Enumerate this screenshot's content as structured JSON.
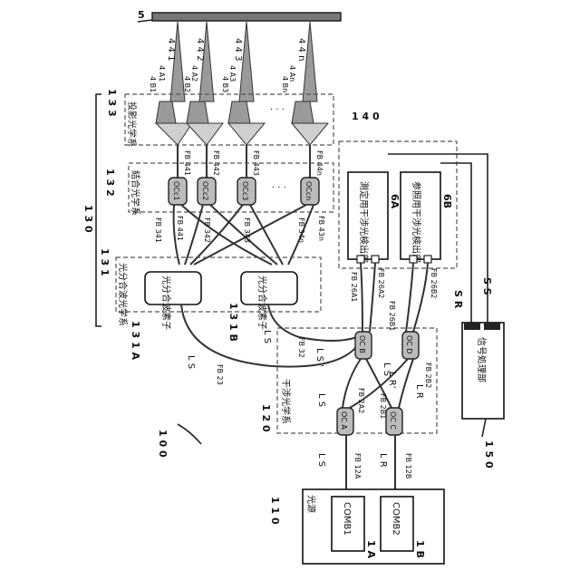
{
  "labels": {
    "n5": "5",
    "n441": "4 4 1",
    "n442": "4 4 2",
    "n443": "4 4 3",
    "n44n": "4 4 n",
    "a1": "4 A1",
    "b1": "4 B1",
    "a2": "4 A2",
    "b2": "4 B2",
    "a3": "4 A3",
    "b3": "4 B3",
    "an": "4 An",
    "bn": "4 Bn",
    "n133": "1 3 3",
    "proj": "投影光学系",
    "n140": "1 4 0",
    "n132": "1 3 2",
    "couple": "結合光学系",
    "n130": "1 3 0",
    "fb441": "FB 441",
    "fb442": "FB 442",
    "fb443": "FB 443",
    "fb44n": "FB 44n",
    "occ1": "OCc1",
    "occ2": "OCc2",
    "occ3": "OCc3",
    "occn": "OCcn",
    "fb341": "FB 341",
    "fb441b": "FB 441",
    "fb342": "FB 342",
    "fb343": "FB 343",
    "fb34n": "FB 34n",
    "fb43n": "FB 43n",
    "meas": "測定用干渉光検出部",
    "ref": "参照用干渉光検出部",
    "n6a": "6A",
    "n6b": "6B",
    "n131": "1 3 1",
    "splitsys": "光分合波光学系",
    "split1": "光分合波素子",
    "split2": "光分合波素子",
    "fb26a1": "FB 26A1",
    "fb26a2": "FB 26A2",
    "fb26b1": "FB 26B1",
    "fb26b2": "FB 26B2",
    "sr": "S R",
    "ss": "S S",
    "n131a": "1 3 1 A",
    "n131b": "1 3 1 B",
    "ls1": "L S",
    "ls2": "L S",
    "fb32": "FB 32",
    "lsp": "L S '",
    "ocb": "OC B",
    "ocd": "OC D",
    "ls3": "L S",
    "fb23": "FB 23",
    "fb2a2": "FB 2A2",
    "fb2b1": "FB 2B1",
    "fb2b2": "FB 2B2",
    "lr1": "L R",
    "lr2": "L R'",
    "interf": "干渉光学系",
    "n120": "1 2 0",
    "ls4": "L S",
    "oca": "OC A",
    "occ": "OC C",
    "signal": "信号処理部",
    "n100": "1 0 0",
    "n150": "1 5 0",
    "ls5": "L S",
    "fb12a": "FB 12A",
    "lr3": "L R",
    "fb12b": "FB 12B",
    "n110": "1 1 0",
    "source": "光源",
    "comb1": "COMB1",
    "comb2": "COMB2",
    "n1a": "1 A",
    "n1b": "1 B"
  }
}
